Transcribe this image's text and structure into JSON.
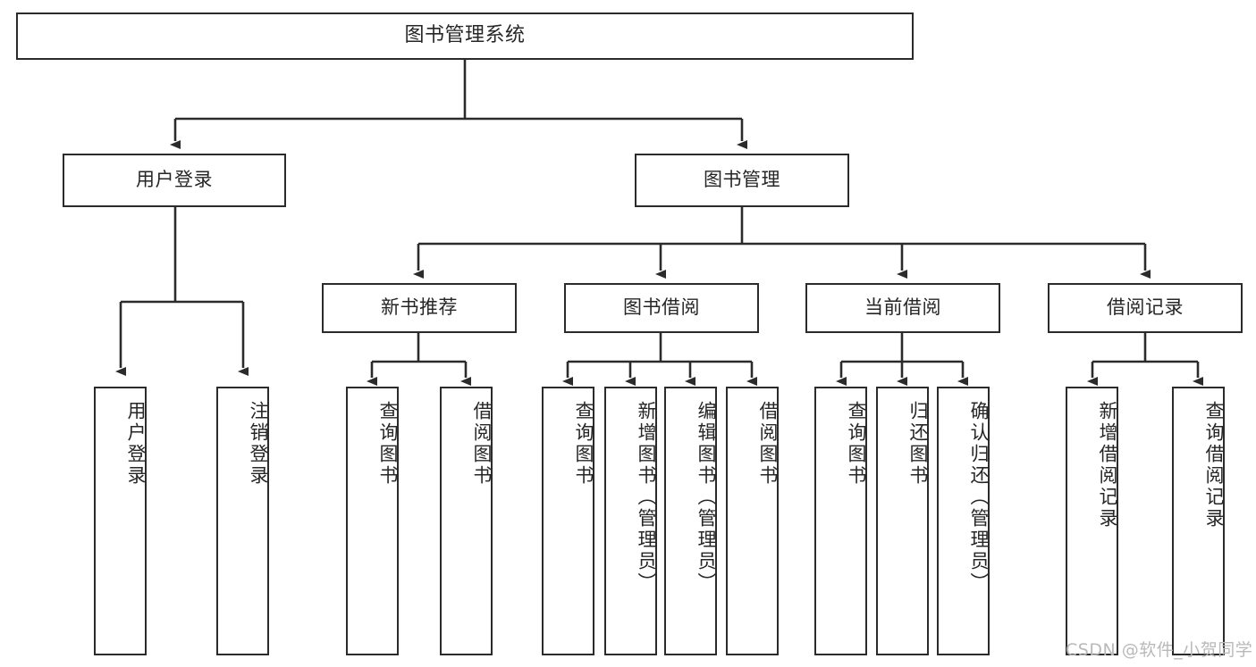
{
  "diagram": {
    "type": "tree-hierarchy-chart",
    "title": "图书管理系统",
    "colors": {
      "border": "#2b2b2b",
      "text": "#262626",
      "background": "#ffffff",
      "connector": "#2b2b2b",
      "watermark": "#b9b9b9"
    },
    "levels": {
      "level1": [
        {
          "id": "root",
          "label": "图书管理系统",
          "orientation": "horizontal"
        }
      ],
      "level2": [
        {
          "id": "user-login",
          "label": "用户登录",
          "orientation": "horizontal"
        },
        {
          "id": "book-manage",
          "label": "图书管理",
          "orientation": "horizontal"
        }
      ],
      "level3": [
        {
          "id": "new-book-rec",
          "label": "新书推荐",
          "orientation": "horizontal"
        },
        {
          "id": "book-borrow",
          "label": "图书借阅",
          "orientation": "horizontal"
        },
        {
          "id": "current-borrow",
          "label": "当前借阅",
          "orientation": "horizontal"
        },
        {
          "id": "borrow-record",
          "label": "借阅记录",
          "orientation": "horizontal"
        }
      ],
      "level4": [
        {
          "id": "leaf-user-login",
          "label": "用户登录",
          "parent": "user-login",
          "orientation": "vertical"
        },
        {
          "id": "leaf-logout",
          "label": "注销登录",
          "parent": "user-login",
          "orientation": "vertical"
        },
        {
          "id": "leaf-query-book-rec",
          "label": "查询图书",
          "parent": "new-book-rec",
          "orientation": "vertical"
        },
        {
          "id": "leaf-borrow-book-rec",
          "label": "借阅图书",
          "parent": "new-book-rec",
          "orientation": "vertical"
        },
        {
          "id": "leaf-query-book-borrow",
          "label": "查询图书",
          "parent": "book-borrow",
          "orientation": "vertical"
        },
        {
          "id": "leaf-add-book",
          "label": "新增图书（管理员）",
          "parent": "book-borrow",
          "orientation": "vertical"
        },
        {
          "id": "leaf-edit-book",
          "label": "编辑图书（管理员）",
          "parent": "book-borrow",
          "orientation": "vertical"
        },
        {
          "id": "leaf-borrow-book",
          "label": "借阅图书",
          "parent": "book-borrow",
          "orientation": "vertical"
        },
        {
          "id": "leaf-query-book-cur",
          "label": "查询图书",
          "parent": "current-borrow",
          "orientation": "vertical"
        },
        {
          "id": "leaf-return-book",
          "label": "归还图书",
          "parent": "current-borrow",
          "orientation": "vertical"
        },
        {
          "id": "leaf-confirm-return",
          "label": "确认归还（管理员）",
          "parent": "current-borrow",
          "orientation": "vertical"
        },
        {
          "id": "leaf-add-record",
          "label": "新增借阅记录",
          "parent": "borrow-record",
          "orientation": "vertical"
        },
        {
          "id": "leaf-query-record",
          "label": "查询借阅记录",
          "parent": "borrow-record",
          "orientation": "vertical"
        }
      ]
    }
  },
  "watermark": {
    "text": "CSDN @软件_小贺同学"
  }
}
